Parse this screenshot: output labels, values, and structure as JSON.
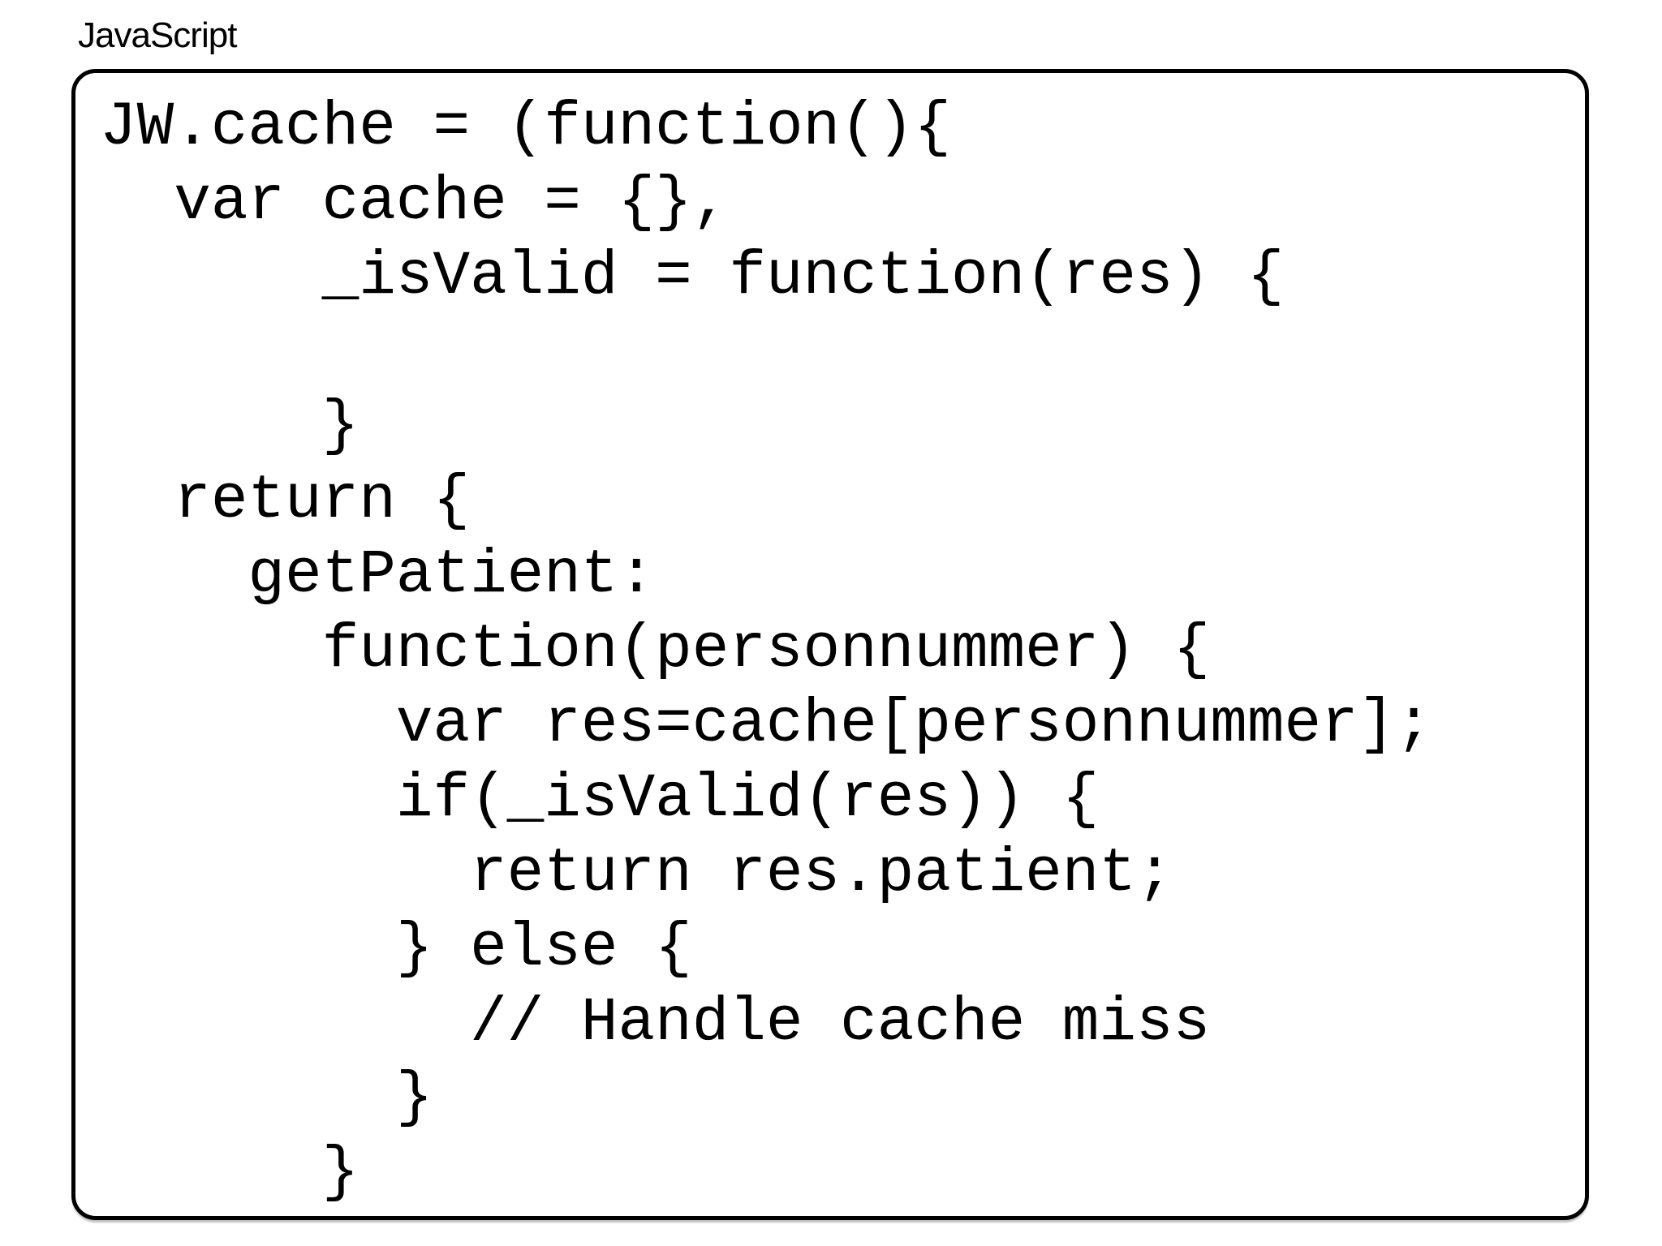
{
  "label": {
    "text": "JavaScript"
  },
  "code": {
    "lines": [
      "JW.cache = (function(){",
      "  var cache = {},",
      "      _isValid = function(res) {",
      "",
      "      }",
      "  return {",
      "    getPatient:",
      "      function(personnummer) {",
      "        var res=cache[personnummer];",
      "        if(_isValid(res)) {",
      "          return res.patient;",
      "        } else {",
      "          // Handle cache miss",
      "        }",
      "      }"
    ]
  },
  "colors": {
    "background": "#ffffff",
    "text": "#000000",
    "box_border": "#000000"
  }
}
